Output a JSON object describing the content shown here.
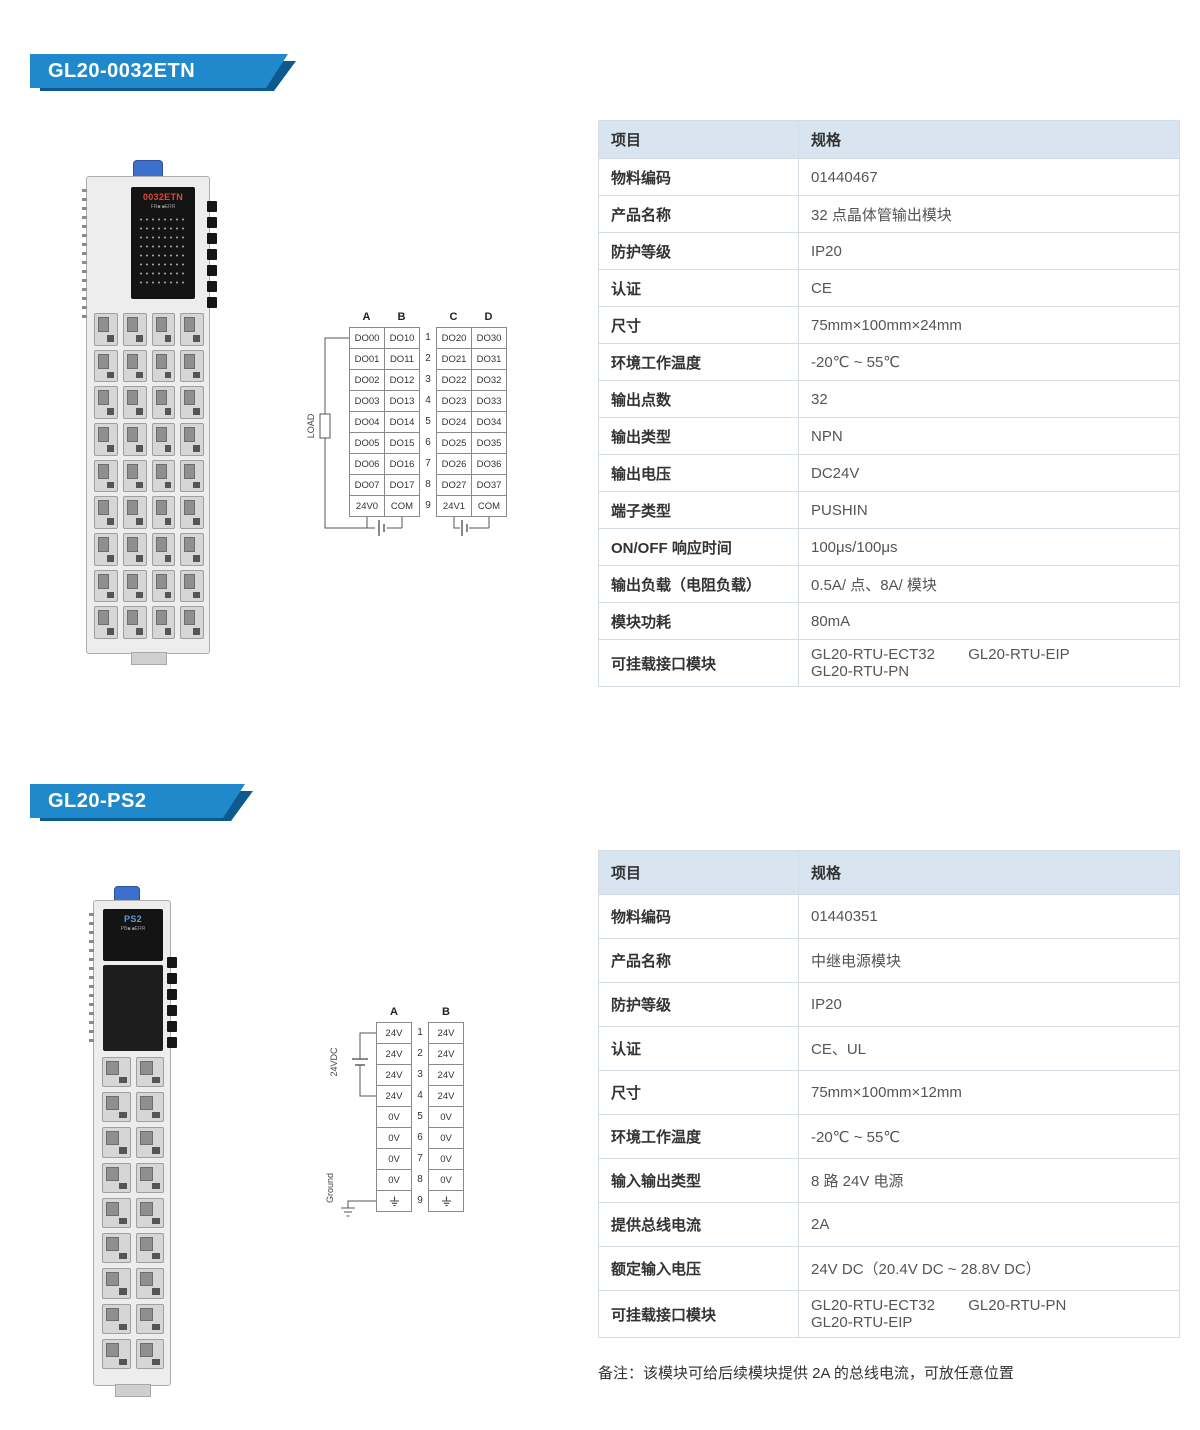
{
  "colors": {
    "banner_blue": "#2089cb",
    "banner_dark": "#0e5a8f",
    "table_header_bg": "#d8e5f1"
  },
  "sections": [
    {
      "banner": "GL20-0032ETN",
      "module_label": "0032ETN",
      "module_sublabel": "FR■ ■ERR",
      "spec_table": {
        "headers": [
          "项目",
          "规格"
        ],
        "rows": [
          {
            "label": "物料编码",
            "value": "01440467"
          },
          {
            "label": "产品名称",
            "value": "32 点晶体管输出模块"
          },
          {
            "label": "防护等级",
            "value": "IP20"
          },
          {
            "label": "认证",
            "value": "CE"
          },
          {
            "label": "尺寸",
            "value": "75mm×100mm×24mm"
          },
          {
            "label": "环境工作温度",
            "value": "-20℃ ~ 55℃"
          },
          {
            "label": "输出点数",
            "value": "32"
          },
          {
            "label": "输出类型",
            "value": "NPN"
          },
          {
            "label": "输出电压",
            "value": "DC24V"
          },
          {
            "label": "端子类型",
            "value": "PUSHIN"
          },
          {
            "label": "ON/OFF 响应时间",
            "value": "100μs/100μs"
          },
          {
            "label": "输出负载（电阻负载）",
            "value": "0.5A/ 点、8A/ 模块"
          },
          {
            "label": "模块功耗",
            "value": "80mA"
          },
          {
            "label": "可挂载接口模块",
            "value": "GL20-RTU-ECT32        GL20-RTU-EIP\nGL20-RTU-PN"
          }
        ]
      },
      "wiring": {
        "col_headers": [
          "A",
          "B",
          "C",
          "D"
        ],
        "row_numbers": [
          "1",
          "2",
          "3",
          "4",
          "5",
          "6",
          "7",
          "8",
          "9"
        ],
        "left_block": [
          [
            "DO00",
            "DO10"
          ],
          [
            "DO01",
            "DO11"
          ],
          [
            "DO02",
            "DO12"
          ],
          [
            "DO03",
            "DO13"
          ],
          [
            "DO04",
            "DO14"
          ],
          [
            "DO05",
            "DO15"
          ],
          [
            "DO06",
            "DO16"
          ],
          [
            "DO07",
            "DO17"
          ],
          [
            "24V0",
            "COM"
          ]
        ],
        "right_block": [
          [
            "DO20",
            "DO30"
          ],
          [
            "DO21",
            "DO31"
          ],
          [
            "DO22",
            "DO32"
          ],
          [
            "DO23",
            "DO33"
          ],
          [
            "DO24",
            "DO34"
          ],
          [
            "DO25",
            "DO35"
          ],
          [
            "DO26",
            "DO36"
          ],
          [
            "DO27",
            "DO37"
          ],
          [
            "24V1",
            "COM"
          ]
        ],
        "load_label": "LOAD"
      }
    },
    {
      "banner": "GL20-PS2",
      "module_label": "PS2",
      "module_sublabel": "PB■ ■ERR",
      "spec_table": {
        "headers": [
          "项目",
          "规格"
        ],
        "rows": [
          {
            "label": "物料编码",
            "value": "01440351"
          },
          {
            "label": "产品名称",
            "value": "中继电源模块"
          },
          {
            "label": "防护等级",
            "value": "IP20"
          },
          {
            "label": "认证",
            "value": "CE、UL"
          },
          {
            "label": "尺寸",
            "value": "75mm×100mm×12mm"
          },
          {
            "label": "环境工作温度",
            "value": "-20℃ ~ 55℃"
          },
          {
            "label": "输入输出类型",
            "value": "8 路 24V 电源"
          },
          {
            "label": "提供总线电流",
            "value": "2A"
          },
          {
            "label": "额定输入电压",
            "value": "24V DC（20.4V DC ~ 28.8V DC）"
          },
          {
            "label": "可挂载接口模块",
            "value": "GL20-RTU-ECT32        GL20-RTU-PN\nGL20-RTU-EIP"
          }
        ]
      },
      "note": "备注：该模块可给后续模块提供 2A 的总线电流，可放任意位置",
      "wiring": {
        "col_headers": [
          "A",
          "B"
        ],
        "row_numbers": [
          "1",
          "2",
          "3",
          "4",
          "5",
          "6",
          "7",
          "8",
          "9"
        ],
        "left_col": [
          "24V",
          "24V",
          "24V",
          "24V",
          "0V",
          "0V",
          "0V",
          "0V",
          "GND"
        ],
        "right_col": [
          "24V",
          "24V",
          "24V",
          "24V",
          "0V",
          "0V",
          "0V",
          "0V",
          "GND"
        ],
        "labels": {
          "supply": "24VDC",
          "ground": "Ground"
        }
      }
    }
  ]
}
